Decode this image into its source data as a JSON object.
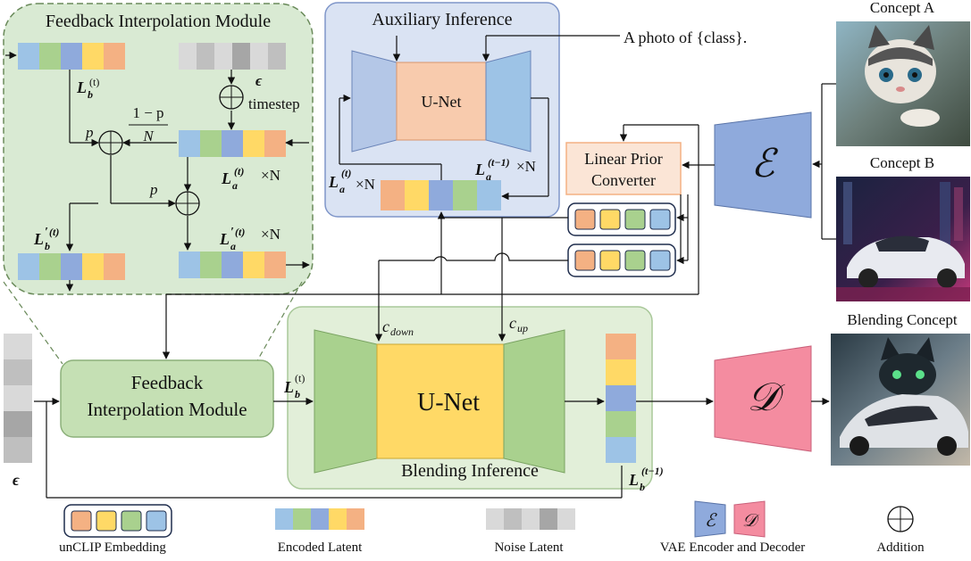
{
  "titles": {
    "fim_title": "Feedback Interpolation Module",
    "aux_title": "Auxiliary Inference",
    "prompt": "A photo of {class}.",
    "unet_small": "U-Net",
    "unet_big": "U-Net",
    "blend_title": "Blending Inference",
    "fim_box_line1": "Feedback",
    "fim_box_line2": "Interpolation Module",
    "linear_line1": "Linear Prior",
    "linear_line2": "Converter",
    "concept_a": "Concept A",
    "concept_b": "Concept B",
    "blending_concept": "Blending Concept"
  },
  "symbols": {
    "eps": "ϵ",
    "timestep": "timestep",
    "one_minus_p": "1 − p",
    "N": "N",
    "p": "p",
    "times_n": "×N",
    "encoder": "ℰ",
    "decoder": "𝒟",
    "c_down": "c",
    "c_down_sub": "down",
    "c_up": "c",
    "c_up_sub": "up",
    "L": "L",
    "sub_b": "b",
    "sub_a": "a",
    "sup_t": "(t)",
    "sup_t1": "(t−1)",
    "prime": "′"
  },
  "legend": {
    "unclip": "unCLIP Embedding",
    "encoded": "Encoded Latent",
    "noise": "Noise Latent",
    "vae": "VAE Encoder and Decoder",
    "addition": "Addition"
  },
  "colors": {
    "latent": [
      "#9dc3e6",
      "#a9d18e",
      "#8faadc",
      "#ffd966",
      "#f4b183"
    ],
    "noise": [
      "#d9d9d9",
      "#bfbfbf",
      "#d9d9d9",
      "#a6a6a6",
      "#d9d9d9",
      "#bfbfbf"
    ],
    "unclip": [
      "#f4b183",
      "#ffd966",
      "#a9d18e",
      "#9dc3e6"
    ],
    "fim_panel": "#d9ead3",
    "aux_panel": "#dae3f3",
    "blend_panel": "#e2efd9",
    "encoder": "#8faadc",
    "decoder": "#f48ca0",
    "linear_fill": "#fbe5d6",
    "linear_border": "#f4b183"
  }
}
